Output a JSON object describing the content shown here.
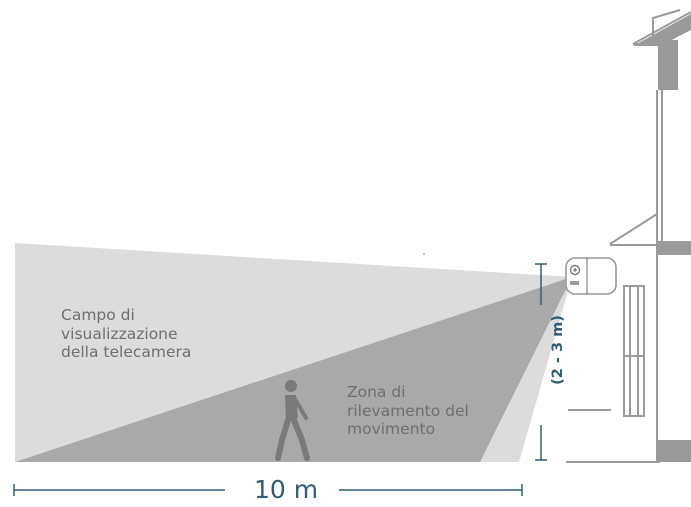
{
  "labels": {
    "field_of_view": "Campo di\nvisualizzazione\ndella telecamera",
    "motion_zone": "Zona di\nrilevamento del\nmovimento",
    "distance": "10 m",
    "height": "(2 - 3 m)"
  },
  "colors": {
    "field_of_view": "#dcdcdc",
    "motion_zone": "#a9a9a9",
    "lines": "#a0a0a0",
    "accent_text": "#2f5d75",
    "body_text": "#6f6f6f",
    "house": "#9a9a9a",
    "person": "#7a7a7a"
  },
  "icons": {
    "camera": "outdoor-camera-icon",
    "person": "walking-person-icon",
    "house": "house-outline-icon"
  }
}
